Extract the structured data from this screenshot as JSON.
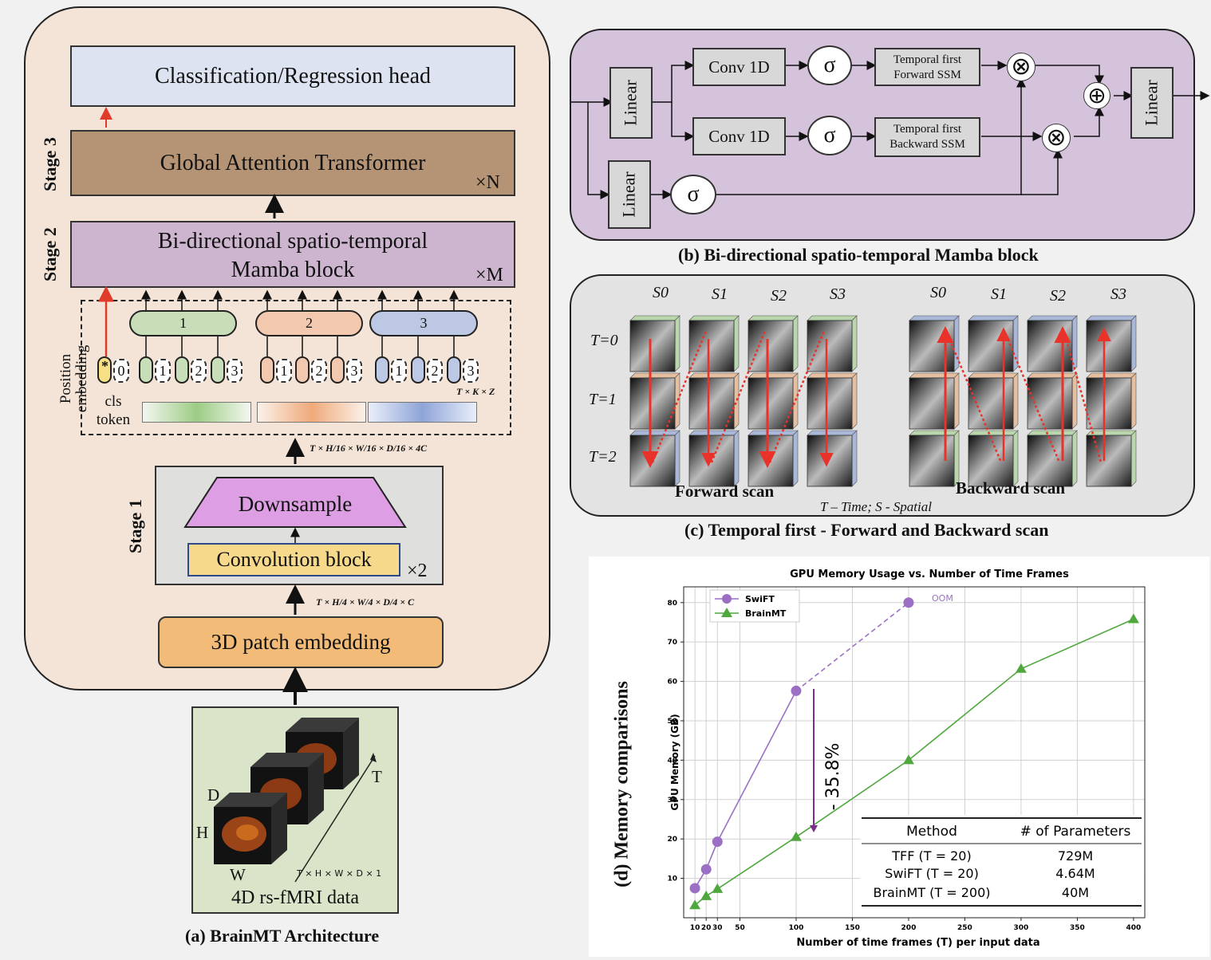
{
  "panel_a": {
    "caption": "(a) BrainMT Architecture",
    "head": "Classification/Regression head",
    "stage3": {
      "label": "Stage 3",
      "block": "Global Attention Transformer",
      "repeat": "×N"
    },
    "stage2": {
      "label": "Stage 2",
      "block_line1": "Bi-directional spatio-temporal",
      "block_line2": "Mamba block",
      "repeat": "×M"
    },
    "position_embedding": "Position embedding",
    "groups": [
      "1",
      "2",
      "3"
    ],
    "cls_star": "*",
    "cls_zero": "0",
    "cls_token": [
      "cls",
      "token"
    ],
    "token_nums": [
      "1",
      "2",
      "3"
    ],
    "tkz": "T × K × Z",
    "dims_stage1_out": "T × H/16 × W/16 × D/16 × 4C",
    "stage1": {
      "label": "Stage 1",
      "downsample": "Downsample",
      "conv": "Convolution block",
      "repeat": "×2"
    },
    "dims_patch_out": "T × H/4 × W/4 × D/4 × C",
    "patch_embedding": "3D patch embedding",
    "input": {
      "title": "4D rs-fMRI data",
      "D": "D",
      "H": "H",
      "W": "W",
      "T": "T",
      "dims": "T × H × W × D × 1"
    }
  },
  "panel_b": {
    "caption": "(b) Bi-directional spatio-temporal Mamba block",
    "linear": "Linear",
    "conv": "Conv 1D",
    "sigma": "σ",
    "fwd_ssm": [
      "Temporal first",
      "Forward SSM"
    ],
    "bwd_ssm": [
      "Temporal first",
      "Backward SSM"
    ],
    "mult": "⊗",
    "add": "⊕"
  },
  "panel_c": {
    "caption": "(c) Temporal first - Forward and Backward scan",
    "s_labels": [
      "S0",
      "S1",
      "S2",
      "S3"
    ],
    "t_labels": [
      "T=0",
      "T=1",
      "T=2"
    ],
    "forward": "Forward scan",
    "backward": "Backward scan",
    "legend": "T – Time; S - Spatial",
    "row_colors": [
      "#b9d6ac",
      "#e5bfa0",
      "#a9b8d9"
    ]
  },
  "panel_d": {
    "side_label": "(d) Memory comparisons",
    "annotation": "- 35.8%",
    "oom": "OOM",
    "table": {
      "headers": [
        "Method",
        "# of Parameters"
      ],
      "rows": [
        [
          "TFF (T = 20)",
          "729M"
        ],
        [
          "SwiFT (T = 20)",
          "4.64M"
        ],
        [
          "BrainMT (T = 200)",
          "40M"
        ]
      ]
    }
  },
  "chart_data": {
    "type": "line",
    "title": "GPU Memory Usage vs. Number of Time Frames",
    "xlabel": "Number of time frames (T) per input data",
    "ylabel": "GPU Memory (GB)",
    "xlim": [
      0,
      410
    ],
    "ylim": [
      0,
      84
    ],
    "xticks": [
      10,
      20,
      30,
      50,
      100,
      150,
      200,
      250,
      300,
      350,
      400
    ],
    "yticks": [
      10,
      20,
      30,
      40,
      50,
      60,
      70,
      80
    ],
    "grid": true,
    "legend": "top-left",
    "series": [
      {
        "name": "SwiFT",
        "color": "#9b6fc4",
        "marker": "circle",
        "x": [
          10,
          20,
          30,
          100,
          200
        ],
        "y": [
          7.5,
          12.3,
          19.3,
          57.6,
          80
        ],
        "dashed_from_index": 3
      },
      {
        "name": "BrainMT",
        "color": "#4fa83d",
        "marker": "triangle",
        "x": [
          10,
          20,
          30,
          100,
          200,
          300,
          400
        ],
        "y": [
          3.2,
          5.5,
          7.3,
          20.5,
          40.0,
          63.2,
          75.8
        ],
        "dashed_from_index": -1
      }
    ]
  }
}
